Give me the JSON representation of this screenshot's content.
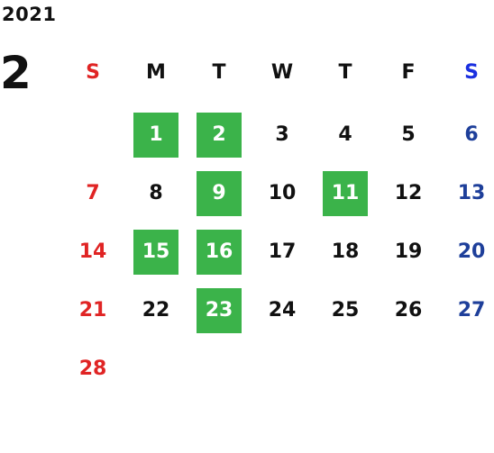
{
  "header": {
    "year": "2021",
    "month": "2"
  },
  "colors": {
    "sunday": "#e02424",
    "saturday": "#1e3f9a",
    "saturday_header": "#1a2fe0",
    "weekday": "#111111",
    "highlight_bg": "#3bb34a",
    "highlight_text": "#ffffff"
  },
  "weekdays": [
    "S",
    "M",
    "T",
    "W",
    "T",
    "F",
    "S"
  ],
  "weeks": [
    [
      "",
      "1",
      "2",
      "3",
      "4",
      "5",
      "6"
    ],
    [
      "7",
      "8",
      "9",
      "10",
      "11",
      "12",
      "13"
    ],
    [
      "14",
      "15",
      "16",
      "17",
      "18",
      "19",
      "20"
    ],
    [
      "21",
      "22",
      "23",
      "24",
      "25",
      "26",
      "27"
    ],
    [
      "28",
      "",
      "",
      "",
      "",
      "",
      ""
    ]
  ],
  "highlighted_days": [
    "1",
    "2",
    "9",
    "11",
    "15",
    "16",
    "23"
  ]
}
